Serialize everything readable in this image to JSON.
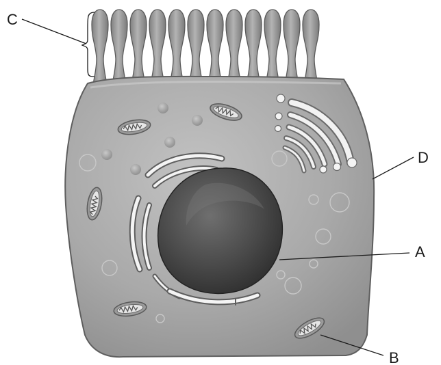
{
  "labels": {
    "c": "C",
    "d": "D",
    "a": "A",
    "b": "B"
  },
  "colors": {
    "cytoplasm": "#a8a8a8",
    "cell_outline": "#5e5e5e",
    "microvilli": "#8d8d8d",
    "nucleus": "#3a3a3a",
    "membrane_white": "#f4f4f4",
    "line": "#1a1a1a"
  }
}
